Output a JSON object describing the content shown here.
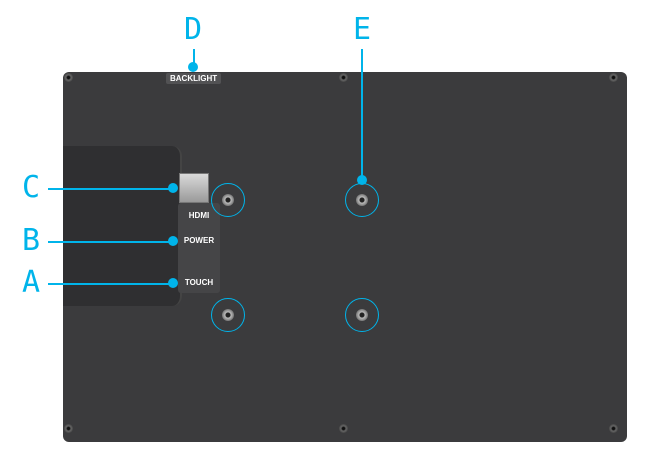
{
  "labels": {
    "A": {
      "letter": "A",
      "port": "TOUCH"
    },
    "B": {
      "letter": "B",
      "port": "POWER"
    },
    "C": {
      "letter": "C",
      "port": "HDMI"
    },
    "D": {
      "letter": "D",
      "port": "BACKLIGHT"
    },
    "E": {
      "letter": "E",
      "description_shown": ""
    }
  },
  "colors": {
    "accent": "#00b4ea",
    "board": "#3b3b3d"
  }
}
